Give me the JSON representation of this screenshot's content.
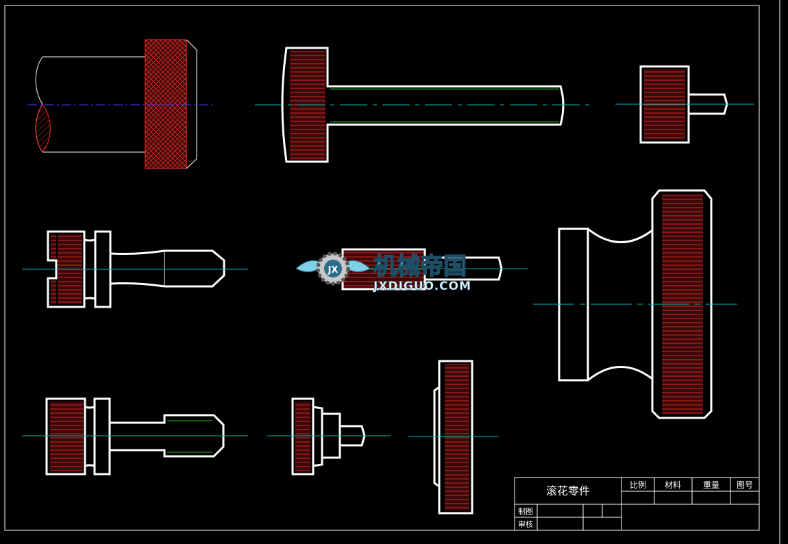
{
  "colors": {
    "background": "#000000",
    "outline": "#ffffff",
    "hatch": "#ff2a2a",
    "knurl_fill": "#4a0d0d",
    "centerline_cyan": "#00b8b8",
    "centerline_blue": "#3a3aff",
    "green_line": "#22bb22"
  },
  "title_block": {
    "part_name": "滚花零件",
    "headers": [
      "比例",
      "材料",
      "重量",
      "图号"
    ],
    "drawn_label": "制图",
    "checked_label": "审核"
  },
  "watermark": {
    "brand_cn": "机械帝国",
    "brand_en": "JXDIGUO.COM",
    "logo_letters": "JX"
  }
}
